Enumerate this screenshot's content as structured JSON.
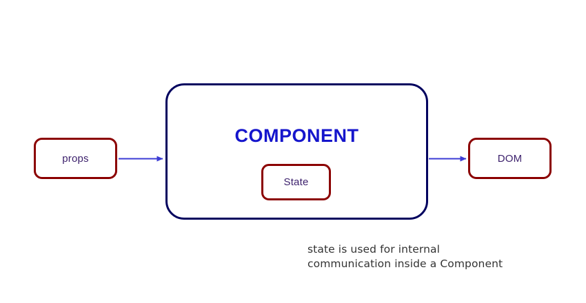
{
  "diagram": {
    "title_label": "COMPONENT",
    "nodes": [
      {
        "id": "props",
        "label": "props"
      },
      {
        "id": "state",
        "label": "State"
      },
      {
        "id": "dom",
        "label": "DOM"
      }
    ],
    "edges": [
      {
        "id": "props-to-component",
        "from": "props",
        "to": "component",
        "label": ""
      },
      {
        "id": "component-to-dom",
        "from": "component",
        "to": "dom",
        "label": ""
      }
    ],
    "caption": "state is used for internal\ncommunication inside a Component",
    "colors": {
      "node_border_red": "#8B0000",
      "node_text": "#3B1F6B",
      "component_border": "#00005E",
      "component_title": "#1515CC",
      "arrow": "#3B3BD4",
      "caption_text": "#333333",
      "background": "#FFFFFF"
    }
  }
}
